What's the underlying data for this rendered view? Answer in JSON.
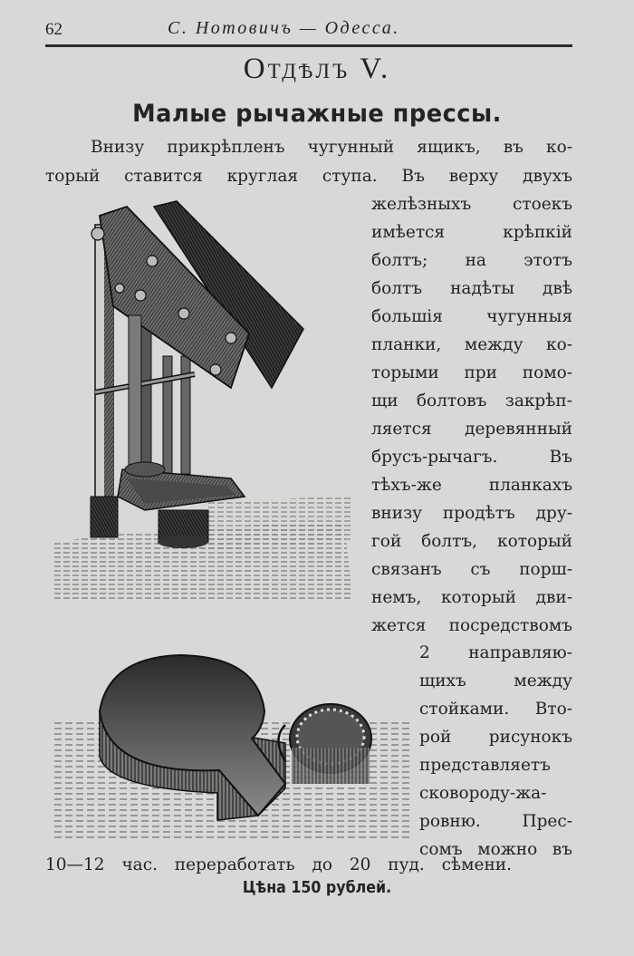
{
  "header": {
    "page_number": "62",
    "running_title": "С. Нотовичъ — Одесса."
  },
  "section": {
    "title": "Отдѣлъ V.",
    "heading": "Малые рычажные прессы."
  },
  "body": {
    "full_lines": [
      "Внизу прикрѣпленъ чугунный ящикъ, въ ко-",
      "торый ставится круглая ступа. Въ верху двухъ"
    ],
    "column_lines_1": [
      "желѣзныхъ стоекъ",
      "имѣется крѣпкій",
      "болтъ; на этотъ",
      "болтъ надѣты двѣ",
      "большія чугунныя",
      "планки, между ко-",
      "торыми при помо-",
      "щи болтовъ закрѣп-",
      "ляется деревянный",
      "брусъ-рычагъ. Въ",
      "тѣхъ-же планкахъ",
      "внизу продѣтъ дру-",
      "гой болтъ, который",
      "связанъ съ порш-",
      "немъ, который дви-",
      "жется посредствомъ"
    ],
    "column_lines_2": [
      "2 направляю-",
      "щихъ между",
      "стойками. Вто-",
      "рой рисунокъ",
      "представляетъ",
      "сковороду-жа-",
      "ровню. Прес-",
      "сомъ можно въ"
    ],
    "last_line": "10—12 час. переработать до 20 пуд. сѣмени.",
    "price": "Цѣна 150 рублей."
  },
  "figures": {
    "press": "lever-press-illustration",
    "pan": "frying-pan-and-mortar-illustration"
  },
  "colors": {
    "paper": "#d8d8d6",
    "ink": "#232323"
  }
}
